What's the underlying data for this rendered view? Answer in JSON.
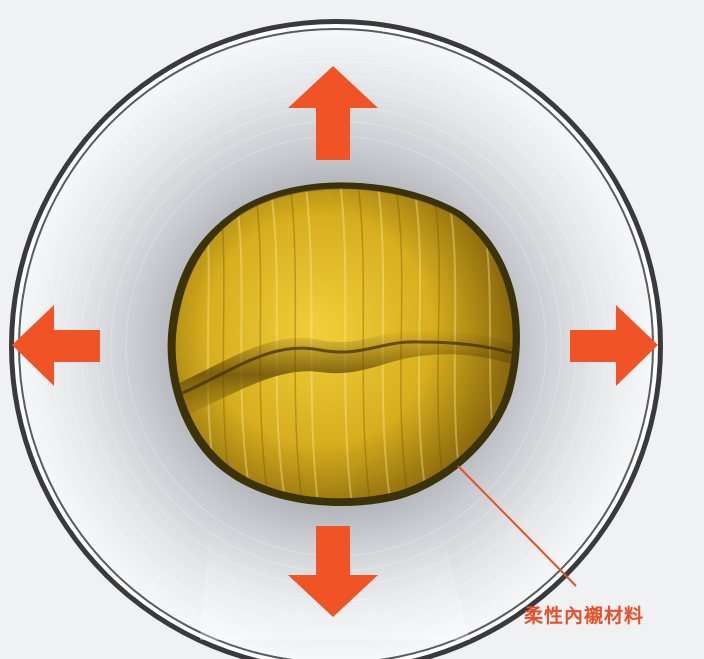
{
  "callout": {
    "label": "柔性內襯材料"
  },
  "colors": {
    "arrow": "#f05426",
    "callout_text": "#e8502a",
    "outer_ring": "#3a3a3c",
    "tube_light": "#f4f5f7",
    "tube_dark": "#a9acb3",
    "liner_light": "#f2cf3a",
    "liner_dark": "#7a5d08"
  },
  "arrows": [
    {
      "direction": "up",
      "icon": "arrow-up-icon"
    },
    {
      "direction": "down",
      "icon": "arrow-down-icon"
    },
    {
      "direction": "left",
      "icon": "arrow-left-icon"
    },
    {
      "direction": "right",
      "icon": "arrow-right-icon"
    }
  ]
}
